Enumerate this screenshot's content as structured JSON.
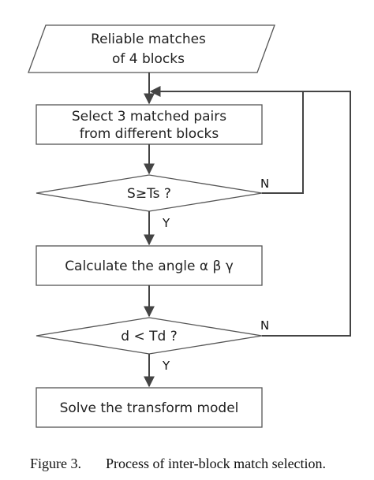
{
  "diagram": {
    "start": {
      "line1": "Reliable matches",
      "line2": "of 4 blocks"
    },
    "select": {
      "line1": "Select 3 matched pairs",
      "line2": "from different blocks"
    },
    "decision1": {
      "text": "S≥Ts ?",
      "no_label": "N",
      "yes_label": "Y"
    },
    "calculate": {
      "text": "Calculate the angle  α   β   γ"
    },
    "decision2": {
      "text": "d < Td ?",
      "no_label": "N",
      "yes_label": "Y"
    },
    "solve": {
      "text": "Solve the transform model"
    }
  },
  "caption": {
    "label": "Figure 3.",
    "text": "Process of inter-block match selection."
  }
}
